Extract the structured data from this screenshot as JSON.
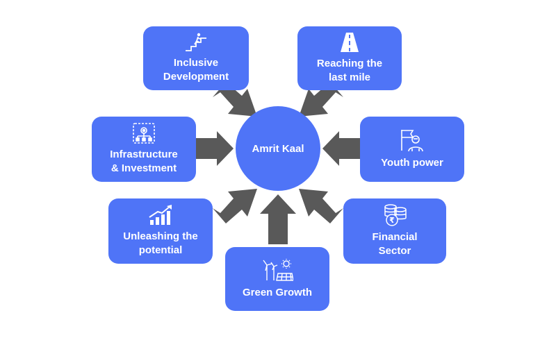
{
  "hub": {
    "label": "Amrit Kaal"
  },
  "nodes": [
    {
      "id": "inclusive",
      "label_lines": [
        "Inclusive",
        "Development"
      ],
      "icon": "stairs-climber-icon"
    },
    {
      "id": "last-mile",
      "label_lines": [
        "Reaching the",
        "last mile"
      ],
      "icon": "road-icon"
    },
    {
      "id": "infrastructure",
      "label_lines": [
        "Infrastructure",
        "& Investment"
      ],
      "icon": "network-gear-icon"
    },
    {
      "id": "youth",
      "label_lines": [
        "Youth power"
      ],
      "icon": "person-flag-icon"
    },
    {
      "id": "potential",
      "label_lines": [
        "Unleashing the",
        "potential"
      ],
      "icon": "growth-chart-icon"
    },
    {
      "id": "financial",
      "label_lines": [
        "Financial",
        "Sector"
      ],
      "icon": "rupee-coins-icon"
    },
    {
      "id": "green",
      "label_lines": [
        "Green Growth"
      ],
      "icon": "wind-solar-icon"
    }
  ],
  "colors": {
    "box": "#4f74f7",
    "arrow": "#595959",
    "text": "#ffffff"
  }
}
